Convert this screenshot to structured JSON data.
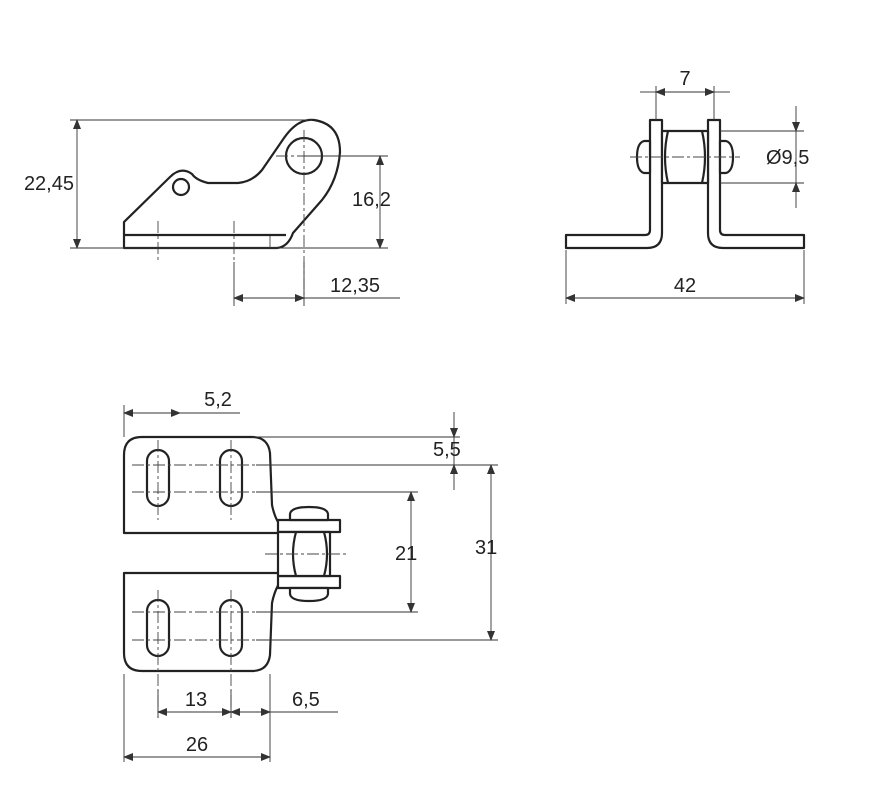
{
  "dimensions": {
    "overall_height": "22,45",
    "pin_height": "16,2",
    "pin_offset": "12,35",
    "knuckle_width": "7",
    "pin_diameter": "Ø9,5",
    "overall_length": "42",
    "slot_spacing_top": "5,2",
    "slot_offset": "5,5",
    "slot_pitch_vertical": "21",
    "overall_width": "31",
    "slot_pitch_horizontal": "13",
    "edge_offset": "6,5",
    "leaf_width": "26"
  },
  "colors": {
    "line": "#222222",
    "background": "#ffffff"
  }
}
